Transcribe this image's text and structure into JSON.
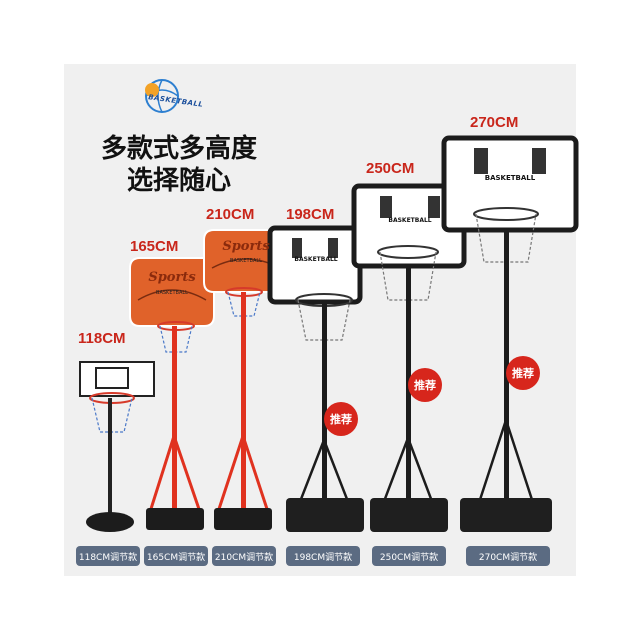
{
  "logo": {
    "text": "BASKETBALL"
  },
  "headline": {
    "line1": "多款式多高度",
    "line2": "选择随心"
  },
  "stands": [
    {
      "height": "118CM",
      "tag": "118CM调节款"
    },
    {
      "height": "165CM",
      "tag": "165CM调节款",
      "board_text": "Sports",
      "board_sub": "BASKETBALL"
    },
    {
      "height": "210CM",
      "tag": "210CM调节款",
      "board_text": "Sports",
      "board_sub": "BASKETBALL"
    },
    {
      "height": "198CM",
      "tag": "198CM调节款",
      "board_text": "BASKETBALL",
      "badge": "推荐"
    },
    {
      "height": "250CM",
      "tag": "250CM调节款",
      "board_text": "BASKETBALL",
      "badge": "推荐"
    },
    {
      "height": "270CM",
      "tag": "270CM调节款",
      "board_text": "BASKETBALL",
      "badge": "推荐"
    }
  ],
  "colors": {
    "label_red": "#c9261b",
    "badge_red": "#d7261c",
    "pole_red": "#e0321f",
    "tag_bg": "#5b6b82",
    "board_orange": "#e0622a"
  }
}
